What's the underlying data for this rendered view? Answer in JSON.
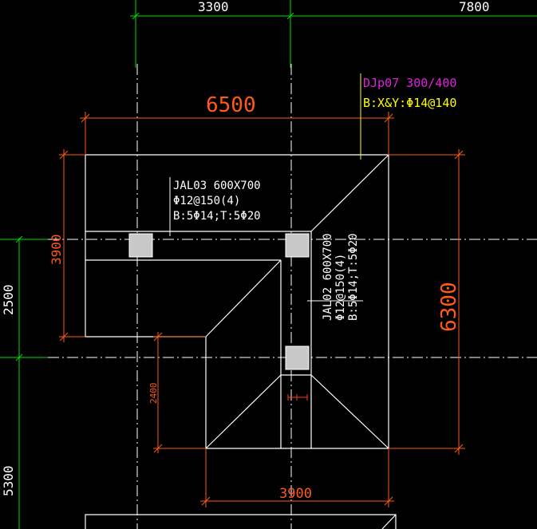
{
  "colors": {
    "background": "#000000",
    "grid_green": "#00e000",
    "outline_white": "#ffffff",
    "dim_orange": "#ff5a1a",
    "dim_red": "#ff3b1a",
    "foundation_magenta": "#e020e0",
    "foundation_yellow": "#ffff00",
    "column_fill": "#c8c8c8"
  },
  "axis_dimensions": {
    "top_left": "3300",
    "top_right": "7800",
    "left_upper": "2500",
    "left_lower": "5300"
  },
  "dimensions": {
    "overall_width": "6500",
    "overall_height": "6300",
    "left_wing_height": "3900",
    "bottom_width": "3900",
    "small_offset": "2400"
  },
  "foundation_label": {
    "name": "DJp07 300/400",
    "reinforcement": "B:X&Y:Φ14@140"
  },
  "beam_jal03": {
    "name": "JAL03 600X700",
    "stirrups": "Φ12@150(4)",
    "bars": "B:5Φ14;T:5Φ20"
  },
  "beam_jal02": {
    "name": "JAL02 600X700",
    "stirrups": "Φ12@150(4)",
    "bars": "B:5Φ14;T:5Φ20"
  }
}
